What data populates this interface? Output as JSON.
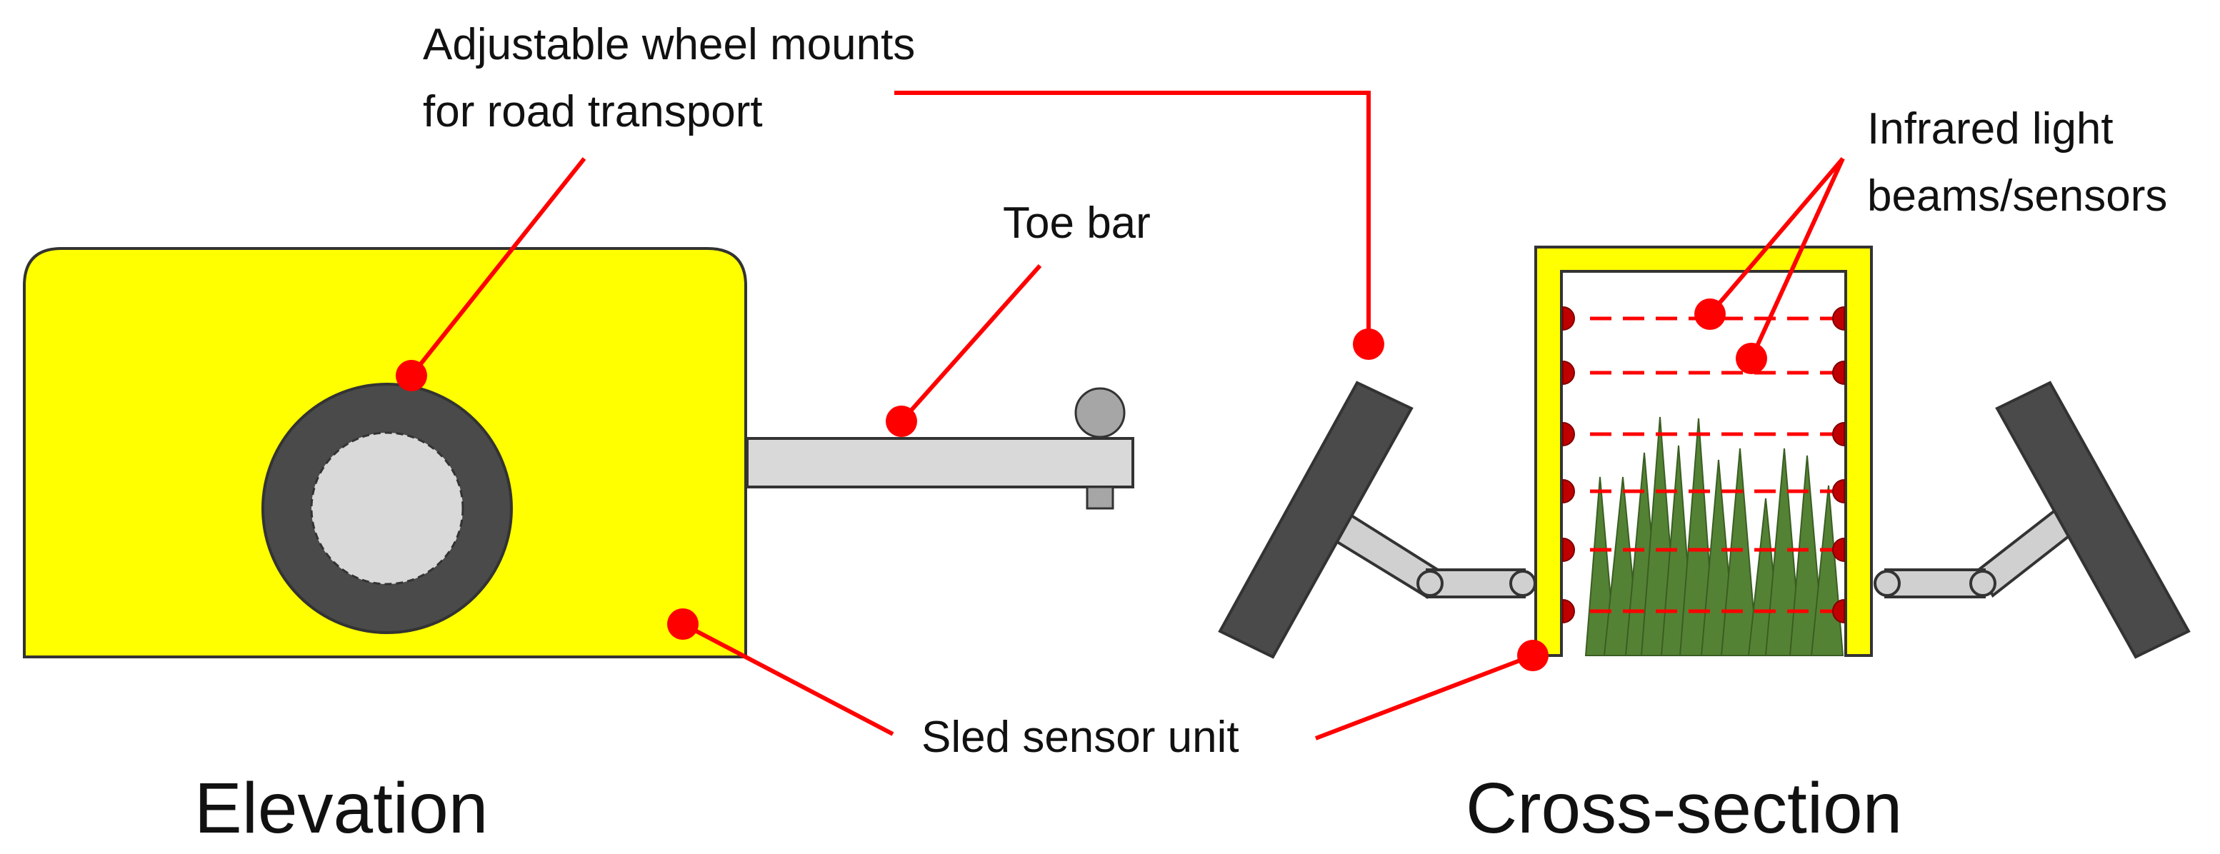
{
  "labels": {
    "wheel_mounts_line1": "Adjustable wheel mounts",
    "wheel_mounts_line2": "for road transport",
    "toe_bar": "Toe bar",
    "infrared_line1": "Infrared light",
    "infrared_line2": "beams/sensors",
    "sled_sensor_unit": "Sled sensor unit",
    "elevation": "Elevation",
    "cross_section": "Cross-section"
  },
  "colors": {
    "sled_fill": "#FFFF00",
    "outline": "#333333",
    "tyre": "#4A4A4A",
    "hub": "#D9D9D9",
    "toe_bar_fill": "#D9D9D9",
    "callout": "#FF0000",
    "sensor_dot": "#C00000",
    "beam": "#FF0000",
    "grass": "#548235",
    "link_arm": "#D0D0D0"
  }
}
